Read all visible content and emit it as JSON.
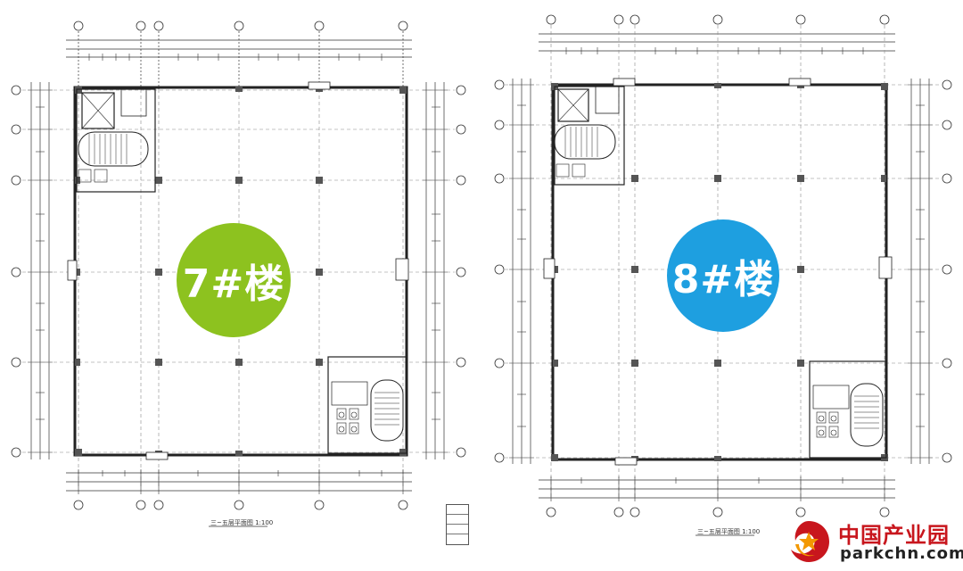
{
  "buildings": [
    {
      "label": "7#楼",
      "color": "#8dc21f"
    },
    {
      "label": "8#楼",
      "color": "#1e9fe0"
    }
  ],
  "captions": {
    "plan7_title": "三~五层平面图  1:100",
    "plan8_title": "三~五层平面图  1:100"
  },
  "logo": {
    "name_cn": "中国产业园",
    "domain": "parkchn.com",
    "red": "#c8161d",
    "orange": "#f39800"
  },
  "icons": {
    "logo": "star-swirl-icon"
  }
}
